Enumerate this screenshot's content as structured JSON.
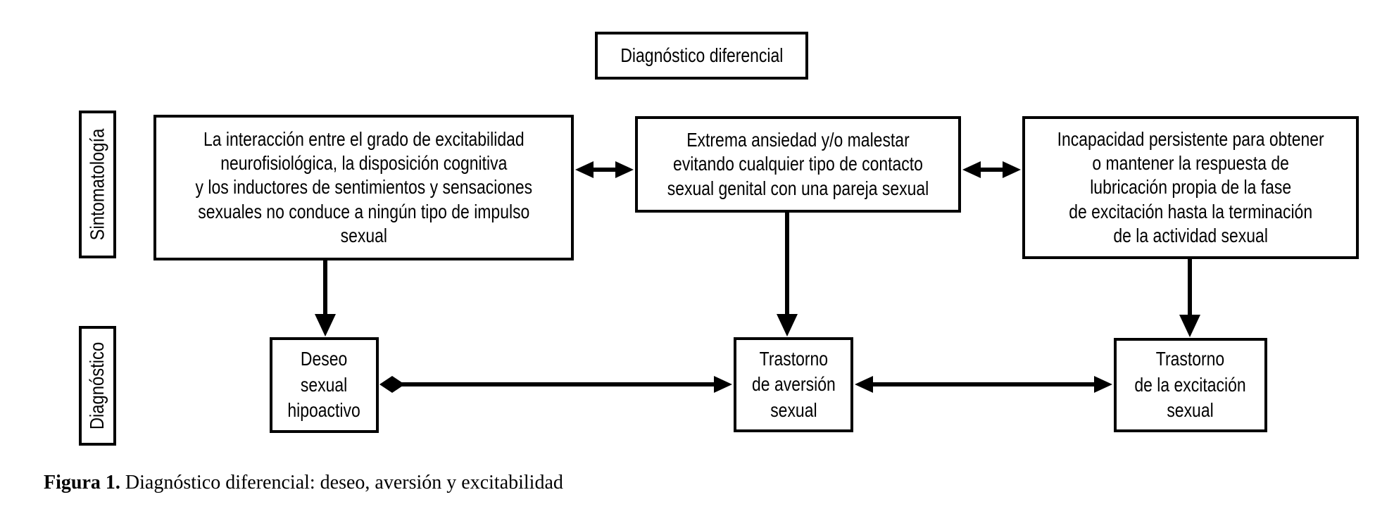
{
  "figure": {
    "header_box": "Diagnóstico diferencial",
    "row_labels": {
      "sintomatologia": "Sintomatología",
      "diagnostico": "Diagnóstico"
    },
    "sintomatologia_boxes": [
      "La interacción entre el grado de excitabilidad\nneurofisiológica, la disposición cognitiva\ny los inductores de sentimientos y sensaciones\nsexuales no conduce a ningún tipo de impulso\nsexual",
      "Extrema ansiedad y/o malestar\nevitando cualquier tipo de contacto\nsexual genital con una pareja sexual",
      "Incapacidad persistente para obtener\no mantener la respuesta de\nlubricación propia de la fase\nde excitación hasta la terminación\nde la actividad sexual"
    ],
    "diagnostico_boxes": [
      "Deseo\nsexual\nhipoactivo",
      "Trastorno\nde aversión\nsexual",
      "Trastorno\nde la excitación\nsexual"
    ],
    "caption": {
      "label": "Figura 1.",
      "text": " Diagnóstico diferencial: deseo, aversión y excitabilidad"
    },
    "colors": {
      "ink": "#000000",
      "background": "#ffffff"
    }
  }
}
